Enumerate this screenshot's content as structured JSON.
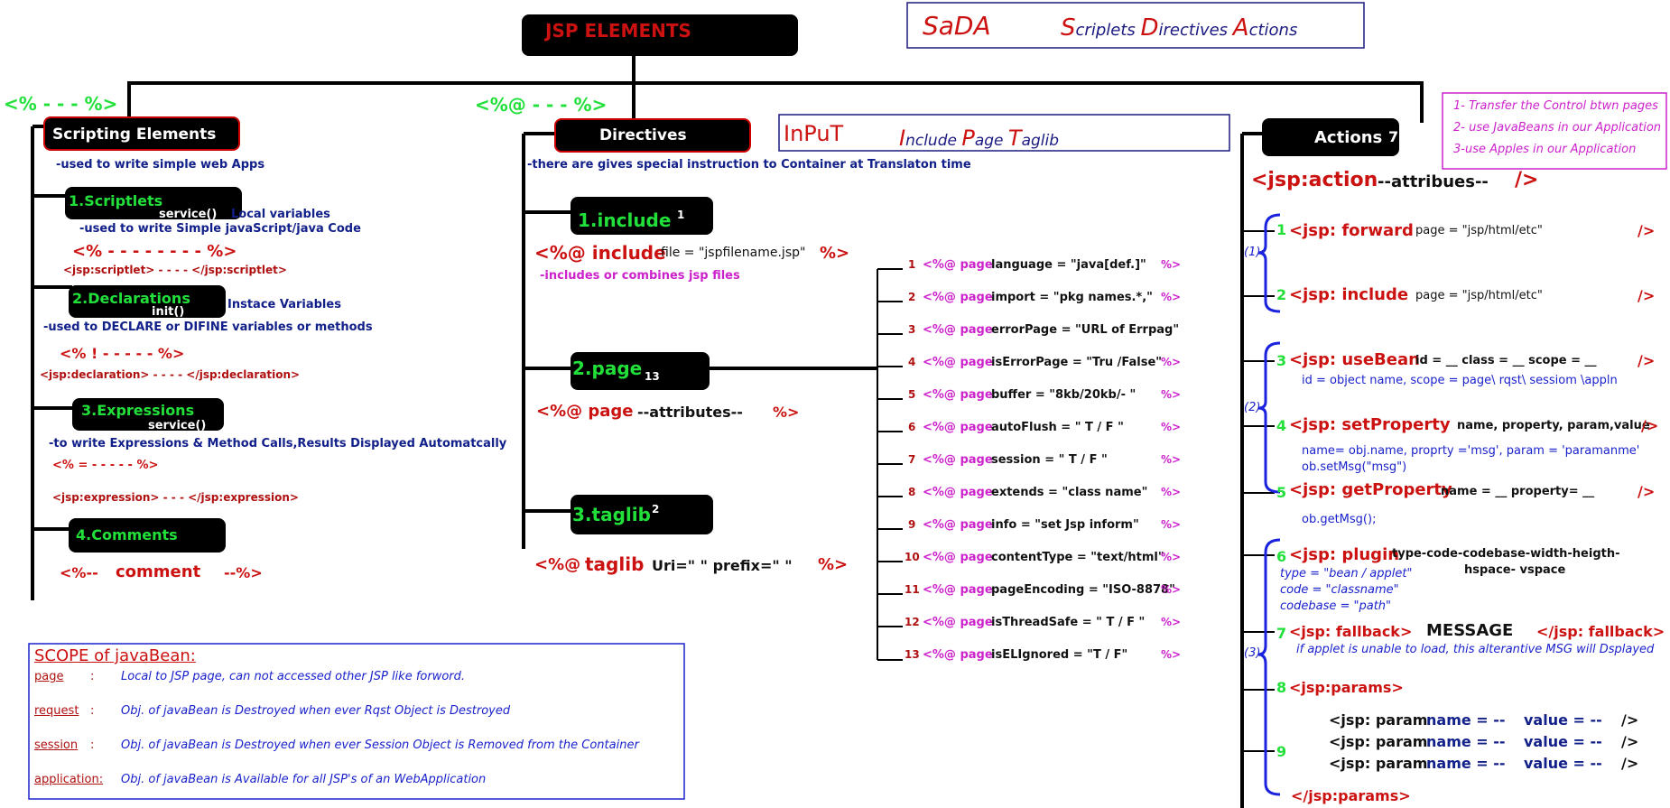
{
  "title": "JSP ELEMENTS",
  "sada": {
    "short": "SaDA",
    "s": "S",
    "s_rest": "criplets ",
    "d": "D",
    "d_rest": "irectives ",
    "a": "A",
    "a_rest": "ctions"
  },
  "input_box": {
    "short": "InPuT",
    "i": "I",
    "i_rest": "nclude ",
    "p": "P",
    "p_rest": "age ",
    "t": "T",
    "t_rest": "aglib"
  },
  "actions_note": [
    "1- Transfer the Control btwn pages",
    "2- use JavaBeans in our Application",
    "3-use Apples in our Application"
  ],
  "scripting": {
    "marker": "<% - - - %>",
    "title": "Scripting Elements",
    "desc": "-used to write simple web Apps",
    "scriptlets": {
      "title": "1.Scriptlets",
      "method": "service()",
      "note": "Local variables",
      "desc": "-used to write Simple javaScript/java Code",
      "syntax": "<%  - - - - - - - -   %>",
      "tag": "<jsp:scriptlet> - - - -  </jsp:scriptlet>"
    },
    "declarations": {
      "title": "2.Declarations",
      "method": "init()",
      "note": "Instace Variables",
      "desc": "-used to DECLARE or DIFINE  variables or methods",
      "syntax": "<% !    - - - - -      %>",
      "tag": "<jsp:declaration> - - - - </jsp:declaration>"
    },
    "expressions": {
      "title": "3.Expressions",
      "method": "service()",
      "desc": "-to write Expressions & Method Calls,Results Displayed Automatcally",
      "syntax": "<% =    - - - - -         %>",
      "tag": "<jsp:expression>  - -  - </jsp:expression>"
    },
    "comments": {
      "title": "4.Comments",
      "open": "<%--",
      "word": "comment",
      "close": "--%>"
    }
  },
  "directives": {
    "marker": "<%@ - - - %>",
    "title": "Directives",
    "desc": "-there are gives special instruction to Container at Translaton time",
    "include": {
      "title": "1.include",
      "count": "1",
      "open": "<%@ include",
      "attr": "file = \"jspfilename.jsp\"",
      "close": "%>",
      "desc": "-includes or combines jsp files"
    },
    "page": {
      "title": "2.page",
      "count": "13",
      "open": "<%@ page",
      "attr": "--attributes--",
      "close": "%>"
    },
    "taglib": {
      "title": "3.taglib",
      "count": "2",
      "open": "<%@",
      "kw": "taglib",
      "attr": "Uri=\"  \"      prefix=\"  \"",
      "close": "%>"
    },
    "page_attrs": [
      {
        "n": "1",
        "pre": "<%@ page",
        "attr": "language = \"java[def.]\"",
        "end": "%>"
      },
      {
        "n": "2",
        "pre": "<%@ page",
        "attr": "import     = \"pkg names.*,\"",
        "end": "%>"
      },
      {
        "n": "3",
        "pre": "<%@ page",
        "attr": "errorPage = \"URL of Errpag\"",
        "end": ""
      },
      {
        "n": "4",
        "pre": "<%@ page",
        "attr": "isErrorPage = \"Tru /False\"",
        "end": "%>"
      },
      {
        "n": "5",
        "pre": "<%@ page",
        "attr": "buffer      = \"8kb/20kb/- \"",
        "end": "%>"
      },
      {
        "n": "6",
        "pre": "<%@ page",
        "attr": "autoFlush = \"  T / F   \"",
        "end": "%>"
      },
      {
        "n": "7",
        "pre": "<%@ page",
        "attr": "session      = \" T / F  \"",
        "end": "%>"
      },
      {
        "n": "8",
        "pre": "<%@ page",
        "attr": "extends     = \"class name\"",
        "end": "%>"
      },
      {
        "n": "9",
        "pre": "<%@ page",
        "attr": "info           = \"set Jsp inform\"",
        "end": "%>"
      },
      {
        "n": "10",
        "pre": "<%@ page",
        "attr": "contentType = \"text/html\"",
        "end": "%>"
      },
      {
        "n": "11",
        "pre": "<%@ page",
        "attr": "pageEncoding = \"ISO-8878\"",
        "end": "%>"
      },
      {
        "n": "12",
        "pre": "<%@ page",
        "attr": "isThreadSafe  = \" T  /  F \"",
        "end": "%>"
      },
      {
        "n": "13",
        "pre": "<%@ page",
        "attr": "isELIgnored = \"T /  F\"",
        "end": "%>"
      }
    ]
  },
  "actions": {
    "title": "Actions",
    "count": "7",
    "generic": {
      "tag": "<jsp:action",
      "attr": "--attribues--",
      "close": "/>"
    },
    "groups": [
      "(1)",
      "(2)",
      "(3)"
    ],
    "items": [
      {
        "n": "1",
        "tag": "<jsp: forward",
        "attr": "page = \"jsp/html/etc\"",
        "close": "/>"
      },
      {
        "n": "2",
        "tag": "<jsp: include",
        "attr": "page = \"jsp/html/etc\"",
        "close": "/>"
      },
      {
        "n": "3",
        "tag": "<jsp: useBean",
        "attr": "id = __  class = __  scope = __",
        "close": "/>",
        "note": "id = object name, scope = page\\ rqst\\ sessiom \\appln"
      },
      {
        "n": "4",
        "tag": "<jsp: setProperty",
        "attr": "name, property, param,value",
        "close": "/>",
        "note": "name= obj.name, proprty ='msg', param = 'paramanme'",
        "note2": "ob.setMsg(\"msg\")"
      },
      {
        "n": "5",
        "tag": "<jsp: getProperty",
        "attr": "name = __  property= __",
        "close": "/>",
        "note": "ob.getMsg();"
      },
      {
        "n": "6",
        "tag": "<jsp: plugin",
        "attr": "type-code-codebase-width-heigth-",
        "attr2": "hspace- vspace",
        "notes": [
          "type = \"bean / applet\"",
          "code = \"classname\"",
          "codebase = \"path\""
        ]
      },
      {
        "n": "7",
        "tag": "<jsp: fallback>",
        "mid": "MESSAGE",
        "close": "</jsp: fallback>",
        "note": "if applet is unable to load, this alterantive MSG will Dsplayed"
      },
      {
        "n": "8",
        "tag": "<jsp:params>"
      },
      {
        "n": "9",
        "param": "<jsp: param",
        "name": "name = --",
        "value": "value  = --",
        "close": "/>"
      }
    ],
    "params_close": "</jsp:params>"
  },
  "scope": {
    "title": "SCOPE of javaBean:",
    "rows": [
      {
        "k": "page",
        "sep": ":",
        "v": "Local to JSP page, can not accessed other JSP like forword."
      },
      {
        "k": "request",
        "sep": ":",
        "v": "Obj. of javaBean is Destroyed when ever Rqst Object is Destroyed"
      },
      {
        "k": "session",
        "sep": ":",
        "v": "Obj. of javaBean is Destroyed when ever Session Object is Removed from the Container"
      },
      {
        "k": "application:",
        "sep": "",
        "v": "Obj. of javaBean is Available for all JSP's of an WebApplication"
      }
    ]
  }
}
